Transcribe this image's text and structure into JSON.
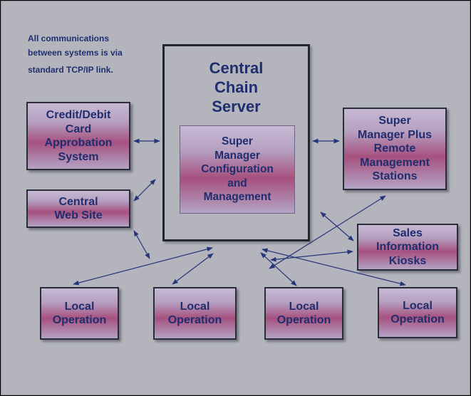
{
  "note": {
    "line1": "All communications",
    "line2": "between systems is via",
    "line3": "standard TCP/IP link."
  },
  "server": {
    "title": "Central\nChain\nServer",
    "inner_label": "Super\nManager\nConfiguration\nand\nManagement"
  },
  "nodes": {
    "credit": "Credit/Debit\nCard\nApprobation\nSystem",
    "website": "Central\nWeb Site",
    "remote": "Super\nManager Plus\nRemote\nManagement\nStations",
    "kiosks": "Sales\nInformation\nKiosks",
    "local1": "Local\nOperation",
    "local2": "Local\nOperation",
    "local3": "Local\nOperation",
    "local4": "Local\nOperation"
  },
  "colors": {
    "background": "#b4b5bc",
    "text": "#1f2e6e",
    "box_gradient_mid": "#a6517f",
    "arrow": "#26347a"
  }
}
